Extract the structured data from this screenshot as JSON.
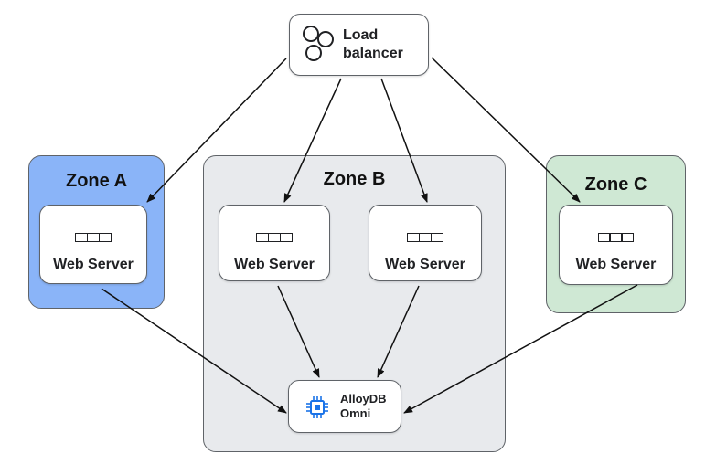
{
  "load_balancer": {
    "line1": "Load",
    "line2": "balancer"
  },
  "zones": [
    {
      "title": "Zone A",
      "color": "#8ab4f8"
    },
    {
      "title": "Zone B",
      "color": "#e8eaed"
    },
    {
      "title": "Zone C",
      "color": "#cfe8d4"
    }
  ],
  "web_servers": [
    {
      "label": "Web Server"
    },
    {
      "label": "Web Server"
    },
    {
      "label": "Web Server"
    },
    {
      "label": "Web Server"
    }
  ],
  "database": {
    "line1": "AlloyDB",
    "line2": "Omni",
    "icon": "chip-icon",
    "icon_color": "#1a73e8"
  }
}
